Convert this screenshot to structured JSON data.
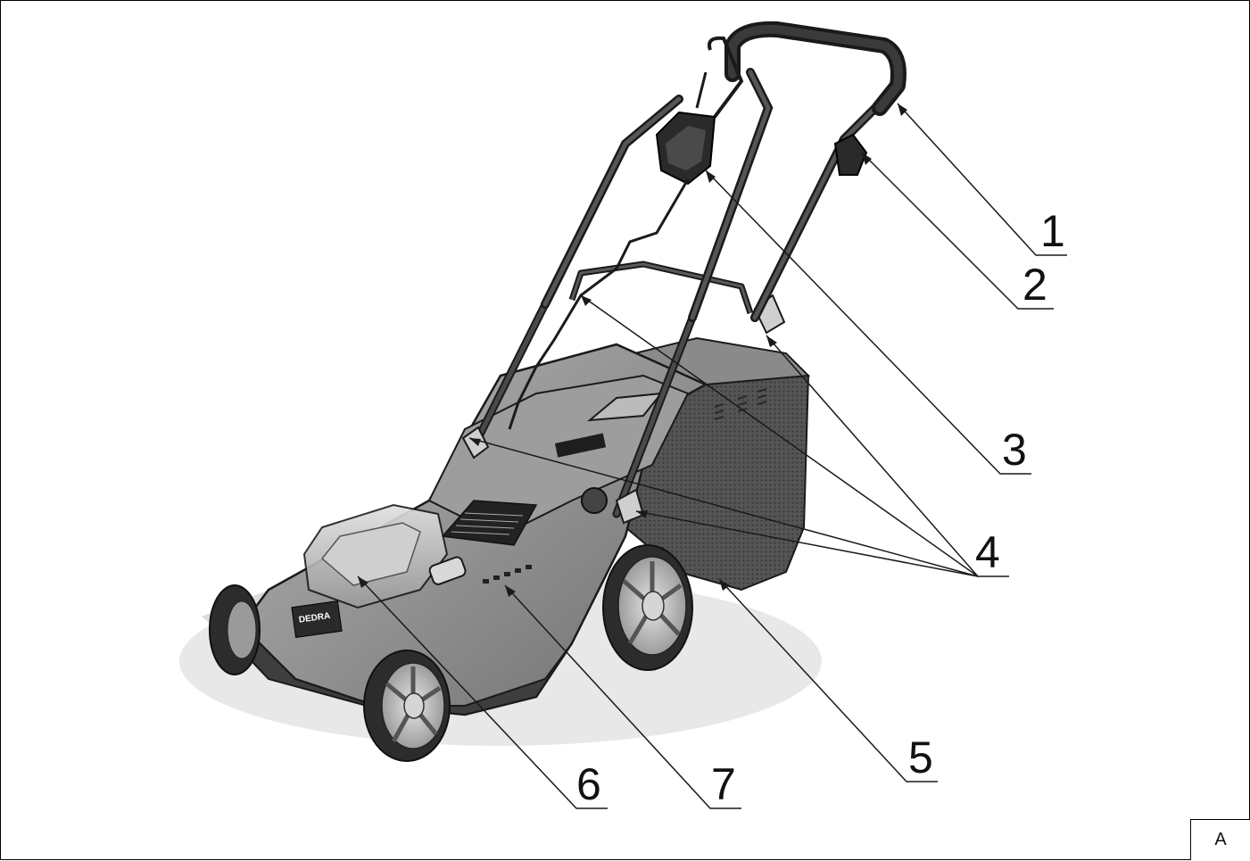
{
  "figure": {
    "letter": "A"
  },
  "callouts": [
    {
      "id": "1",
      "label": "1"
    },
    {
      "id": "2",
      "label": "2"
    },
    {
      "id": "3",
      "label": "3"
    },
    {
      "id": "4",
      "label": "4"
    },
    {
      "id": "5",
      "label": "5"
    },
    {
      "id": "6",
      "label": "6"
    },
    {
      "id": "7",
      "label": "7"
    }
  ],
  "colors": {
    "outline": "#1a1a1a",
    "body_light": "#a9a9a9",
    "body_mid": "#7d7d7d",
    "body_dark": "#3e3e3e",
    "wheel_hub": "#cfcfcf",
    "grass_bag": "#555555"
  },
  "illustration": {
    "logo_text": "DEDRA"
  }
}
